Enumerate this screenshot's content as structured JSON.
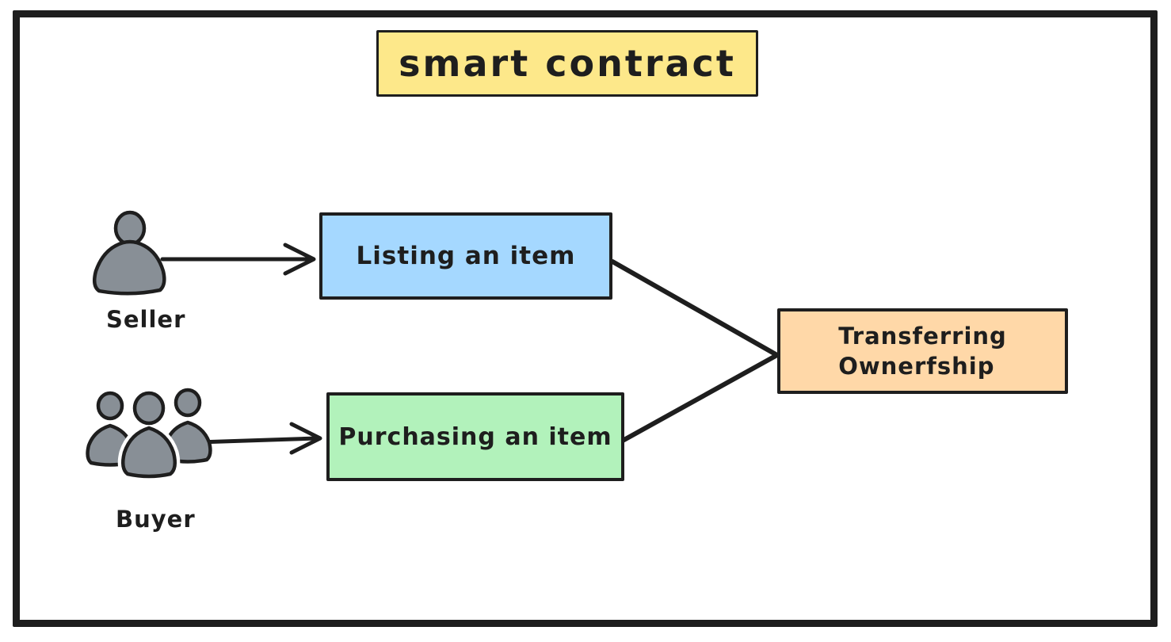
{
  "diagram": {
    "title": {
      "label": "smart contract",
      "fill": "#fde88a"
    },
    "nodes": [
      {
        "id": "listing",
        "label": "Listing an item",
        "fill": "#a5d8ff"
      },
      {
        "id": "purchasing",
        "label": "Purchasing an item",
        "fill": "#b2f2bb"
      },
      {
        "id": "transferring",
        "label": "Transferring Ownerfship",
        "lines": [
          "Transferring",
          "Ownerfship"
        ],
        "fill": "#ffd8a8"
      }
    ],
    "actors": [
      {
        "id": "seller",
        "label": "Seller",
        "icon": "person-icon"
      },
      {
        "id": "buyer",
        "label": "Buyer",
        "icon": "people-group-icon"
      }
    ],
    "edges": [
      {
        "from": "seller",
        "to": "listing",
        "style": "arrow"
      },
      {
        "from": "buyer",
        "to": "purchasing",
        "style": "arrow"
      },
      {
        "from": "listing",
        "to": "transferring",
        "style": "line"
      },
      {
        "from": "purchasing",
        "to": "transferring",
        "style": "line"
      }
    ],
    "palette": {
      "stroke": "#1e1e1e",
      "actor_gray": "#888f96",
      "background": "#ffffff"
    }
  }
}
